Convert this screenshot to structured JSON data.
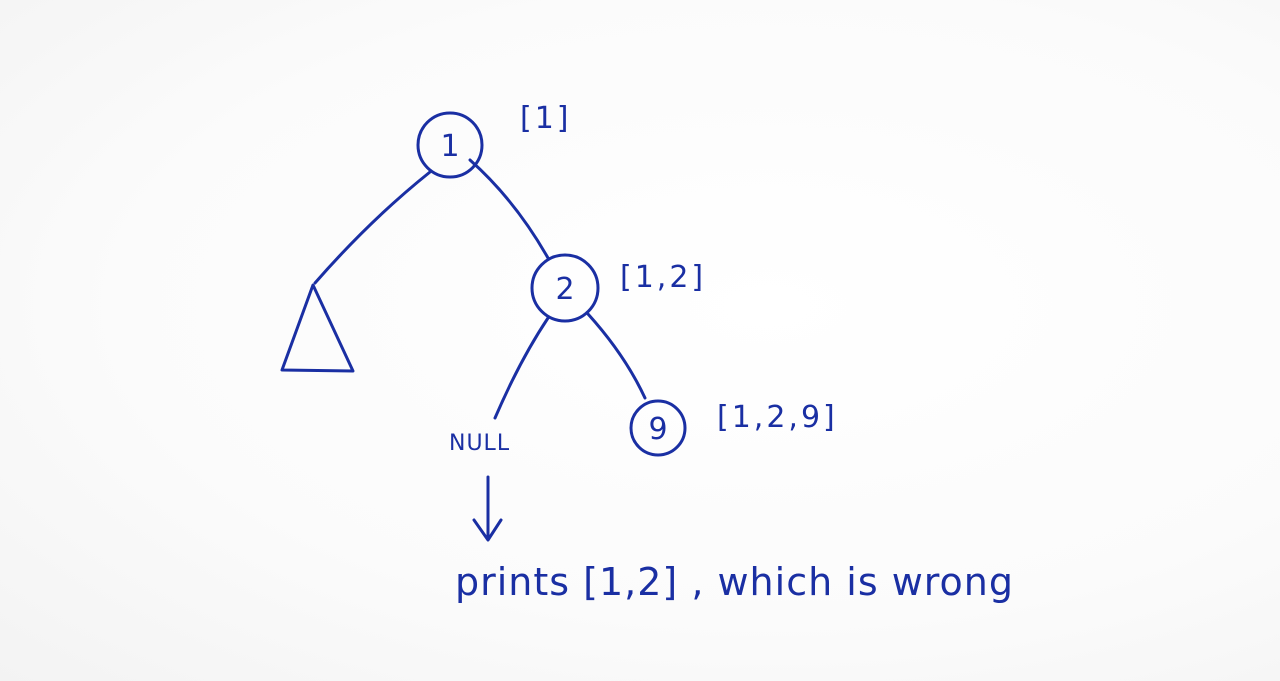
{
  "nodes": [
    {
      "id": "n1",
      "label": "1",
      "path": "[1]"
    },
    {
      "id": "n2",
      "label": "2",
      "path": "[1,2]"
    },
    {
      "id": "n9",
      "label": "9",
      "path": "[1,2,9]"
    }
  ],
  "null_label": "NULL",
  "caption": "prints [1,2] , which is wrong",
  "ink_color": "#1a2fa3"
}
